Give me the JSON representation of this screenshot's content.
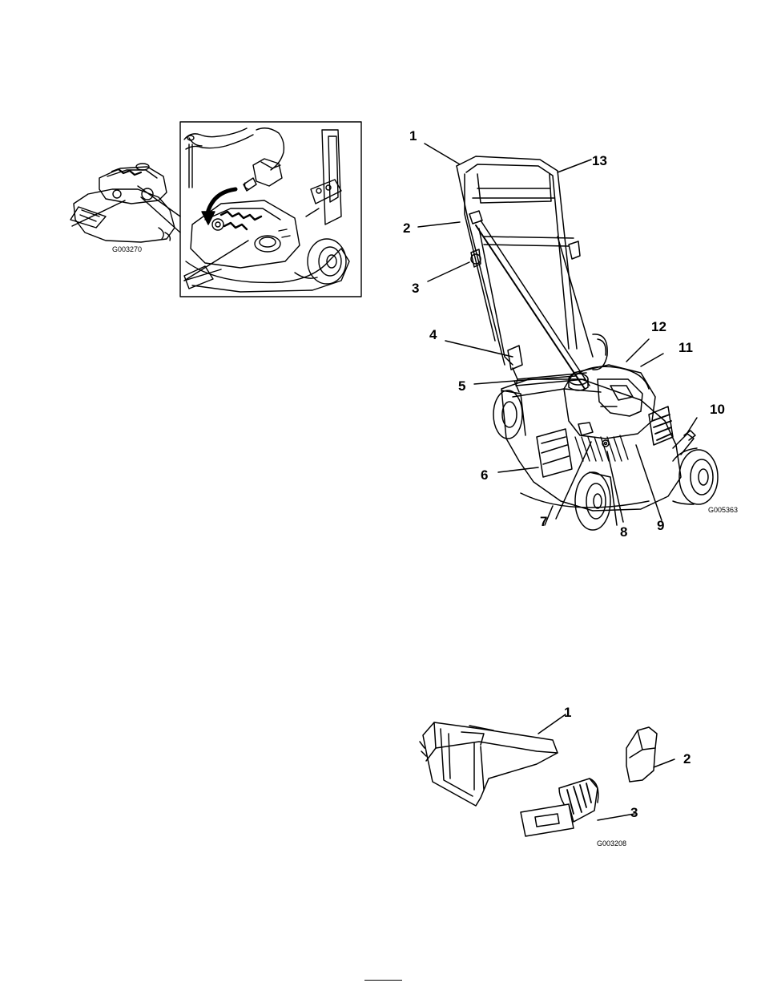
{
  "figures": {
    "oil_fill": {
      "id": "G003270"
    },
    "controls": {
      "id": "G005363",
      "callouts": [
        "1",
        "2",
        "3",
        "4",
        "5",
        "6",
        "7",
        "8",
        "9",
        "10",
        "11",
        "12",
        "13"
      ]
    },
    "loose_parts": {
      "id": "G003208",
      "callouts": [
        "1",
        "2",
        "3"
      ]
    }
  }
}
